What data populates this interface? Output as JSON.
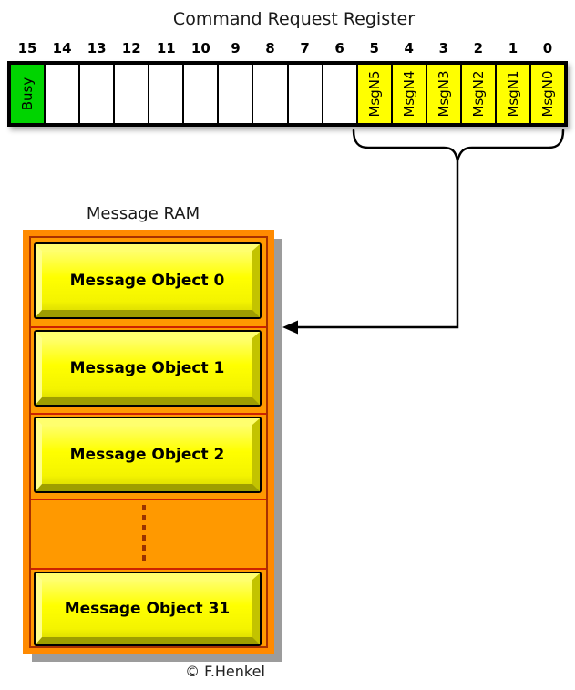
{
  "title": "Command Request Register",
  "register": {
    "bits": [
      {
        "bit": "15",
        "label": "Busy",
        "state": "busy"
      },
      {
        "bit": "14",
        "label": "",
        "state": "empty"
      },
      {
        "bit": "13",
        "label": "",
        "state": "empty"
      },
      {
        "bit": "12",
        "label": "",
        "state": "empty"
      },
      {
        "bit": "11",
        "label": "",
        "state": "empty"
      },
      {
        "bit": "10",
        "label": "",
        "state": "empty"
      },
      {
        "bit": "9",
        "label": "",
        "state": "empty"
      },
      {
        "bit": "8",
        "label": "",
        "state": "empty"
      },
      {
        "bit": "7",
        "label": "",
        "state": "empty"
      },
      {
        "bit": "6",
        "label": "",
        "state": "empty"
      },
      {
        "bit": "5",
        "label": "MsgN5",
        "state": "msgn"
      },
      {
        "bit": "4",
        "label": "MsgN4",
        "state": "msgn"
      },
      {
        "bit": "3",
        "label": "MsgN3",
        "state": "msgn"
      },
      {
        "bit": "2",
        "label": "MsgN2",
        "state": "msgn"
      },
      {
        "bit": "1",
        "label": "MsgN1",
        "state": "msgn"
      },
      {
        "bit": "0",
        "label": "MsgN0",
        "state": "msgn"
      }
    ]
  },
  "ram": {
    "label": "Message RAM",
    "objects": [
      {
        "label": "Message Object 0"
      },
      {
        "label": "Message Object 1"
      },
      {
        "label": "Message Object 2"
      },
      {
        "label": "Message Object 31"
      }
    ]
  },
  "footer": {
    "copyright": "© F.Henkel"
  },
  "colors": {
    "busy_green": "#00d400",
    "msgn_yellow": "#ffff00",
    "ram_orange": "#ff9900",
    "ram_frame_orange": "#ff8a00",
    "separator_red": "#cc2200",
    "inner_line_red": "#a83000",
    "dash_brown": "#993300",
    "shadow_gray": "#9c9c9c"
  }
}
